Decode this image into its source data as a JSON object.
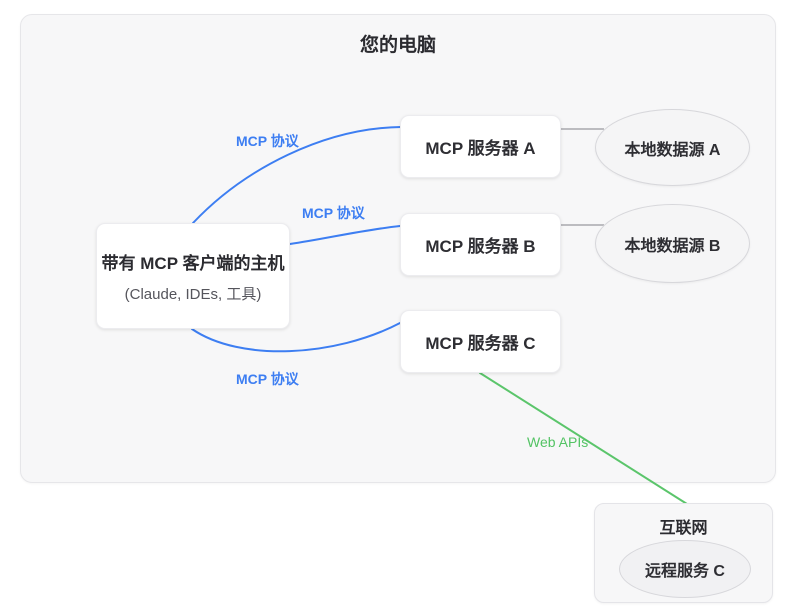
{
  "container": {
    "title": "您的电脑"
  },
  "host": {
    "title": "带有 MCP 客户端的主机",
    "subtitle": "(Claude, IDEs, 工具)"
  },
  "servers": [
    {
      "label": "MCP 服务器 A"
    },
    {
      "label": "MCP 服务器 B"
    },
    {
      "label": "MCP 服务器 C"
    }
  ],
  "datasources": [
    {
      "label": "本地数据源 A"
    },
    {
      "label": "本地数据源 B"
    }
  ],
  "internet": {
    "title": "互联网",
    "service_label": "远程服务 C"
  },
  "edge_labels": {
    "mcp_a": "MCP 协议",
    "mcp_b": "MCP 协议",
    "mcp_c": "MCP 协议",
    "web_apis": "Web APIs"
  },
  "colors": {
    "protocol_blue": "#3d7ef2",
    "web_green": "#5bc56b",
    "connector_gray": "#b4b4b9"
  }
}
